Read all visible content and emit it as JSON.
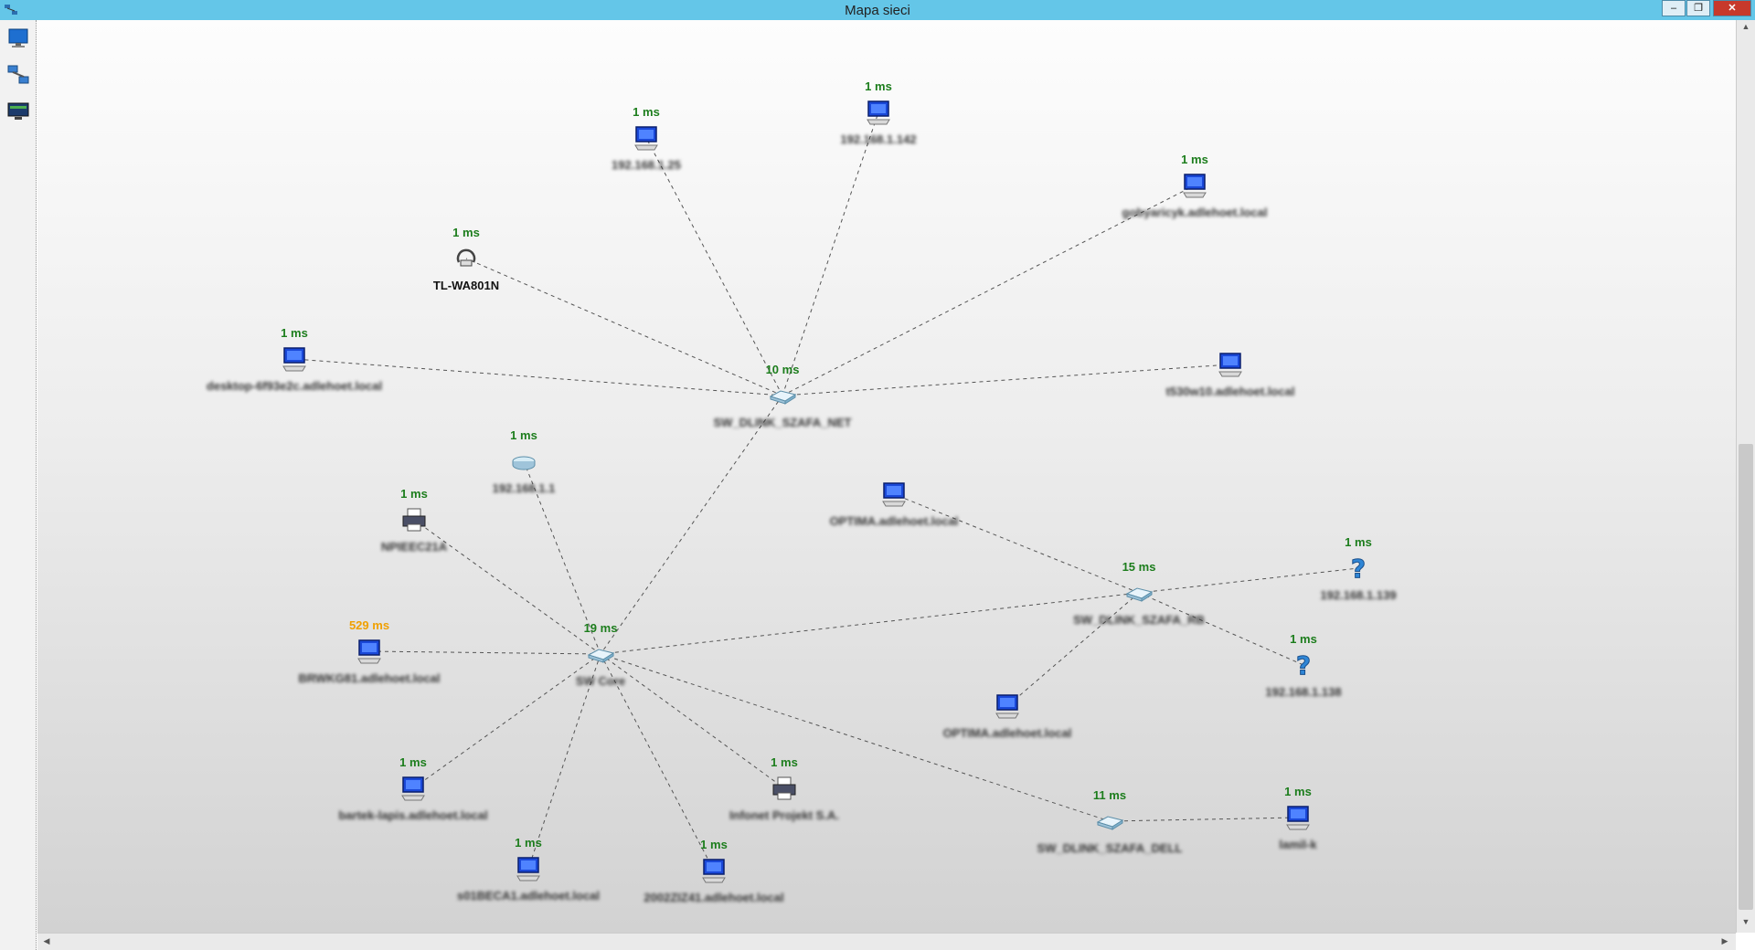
{
  "window": {
    "title": "Mapa sieci",
    "minimize": "–",
    "restore": "❐",
    "close": "✕"
  },
  "toolbar": {
    "items": [
      {
        "icon": "monitor-icon"
      },
      {
        "icon": "network-icon"
      },
      {
        "icon": "display-icon"
      }
    ]
  },
  "colors": {
    "latency_ok": "#1c7d1c",
    "latency_slow": "#f0a000",
    "titlebar": "#64c6e8"
  },
  "nodes": [
    {
      "id": "n_net",
      "type": "switch",
      "latency": "10 ms",
      "label": "SW_DLINK_SZAFA_NET"
    },
    {
      "id": "n_core",
      "type": "switch",
      "latency": "19 ms",
      "label": "SW Core"
    },
    {
      "id": "n_rb",
      "type": "switch",
      "latency": "15 ms",
      "label": "SW_DLINK_SZAFA_RB"
    },
    {
      "id": "n_dell",
      "type": "switch",
      "latency": "11 ms",
      "label": "SW_DLINK_SZAFA_DELL"
    },
    {
      "id": "p1",
      "type": "computer",
      "latency": "1 ms",
      "label": "192.168.1.25"
    },
    {
      "id": "p2",
      "type": "computer",
      "latency": "1 ms",
      "label": "192.168.1.142"
    },
    {
      "id": "p3",
      "type": "computer",
      "latency": "1 ms",
      "label": "gobyaricyk.adlehoet.local"
    },
    {
      "id": "ap",
      "type": "accesspoint",
      "latency": "1 ms",
      "label": "TL-WA801N",
      "sharp": true
    },
    {
      "id": "p4",
      "type": "computer",
      "latency": "1 ms",
      "label": "desktop-6f93e2c.adlehoet.local"
    },
    {
      "id": "p5",
      "type": "computer",
      "latency": "",
      "label": "t530w10.adlehoet.local"
    },
    {
      "id": "r1",
      "type": "router",
      "latency": "1 ms",
      "label": "192.168.1.1"
    },
    {
      "id": "pr1",
      "type": "printer",
      "latency": "1 ms",
      "label": "NPIEEC21A"
    },
    {
      "id": "p6",
      "type": "computer",
      "latency": "",
      "label": "OPTIMA.adlehoet.local"
    },
    {
      "id": "q1",
      "type": "unknown",
      "latency": "1 ms",
      "label": "192.168.1.139"
    },
    {
      "id": "q2",
      "type": "unknown",
      "latency": "1 ms",
      "label": "192.168.1.138"
    },
    {
      "id": "p7",
      "type": "computer",
      "latency": "529 ms",
      "label": "BRWKG81.adlehoet.local",
      "slow": true
    },
    {
      "id": "p8",
      "type": "computer",
      "latency": "",
      "label": "OPTIMA.adlehoet.local"
    },
    {
      "id": "p9",
      "type": "computer",
      "latency": "1 ms",
      "label": "bartek-lapis.adlehoet.local"
    },
    {
      "id": "pr2",
      "type": "printer",
      "latency": "1 ms",
      "label": "Infonet Projekt S.A."
    },
    {
      "id": "p10",
      "type": "computer",
      "latency": "1 ms",
      "label": "s01BECA1.adlehoet.local"
    },
    {
      "id": "p11",
      "type": "computer",
      "latency": "1 ms",
      "label": "2002ZIZ41.adlehoet.local"
    },
    {
      "id": "p12",
      "type": "computer",
      "latency": "1 ms",
      "label": "lamil-k"
    }
  ],
  "links": [
    [
      "n_net",
      "p1"
    ],
    [
      "n_net",
      "p2"
    ],
    [
      "n_net",
      "p3"
    ],
    [
      "n_net",
      "ap"
    ],
    [
      "n_net",
      "p4"
    ],
    [
      "n_net",
      "p5"
    ],
    [
      "n_net",
      "n_core"
    ],
    [
      "n_core",
      "r1"
    ],
    [
      "n_core",
      "pr1"
    ],
    [
      "n_core",
      "p7"
    ],
    [
      "n_core",
      "p9"
    ],
    [
      "n_core",
      "p10"
    ],
    [
      "n_core",
      "p11"
    ],
    [
      "n_core",
      "pr2"
    ],
    [
      "n_core",
      "n_dell"
    ],
    [
      "n_core",
      "n_rb"
    ],
    [
      "n_rb",
      "p6"
    ],
    [
      "n_rb",
      "q1"
    ],
    [
      "n_rb",
      "q2"
    ],
    [
      "n_rb",
      "p8"
    ],
    [
      "n_dell",
      "p12"
    ]
  ]
}
